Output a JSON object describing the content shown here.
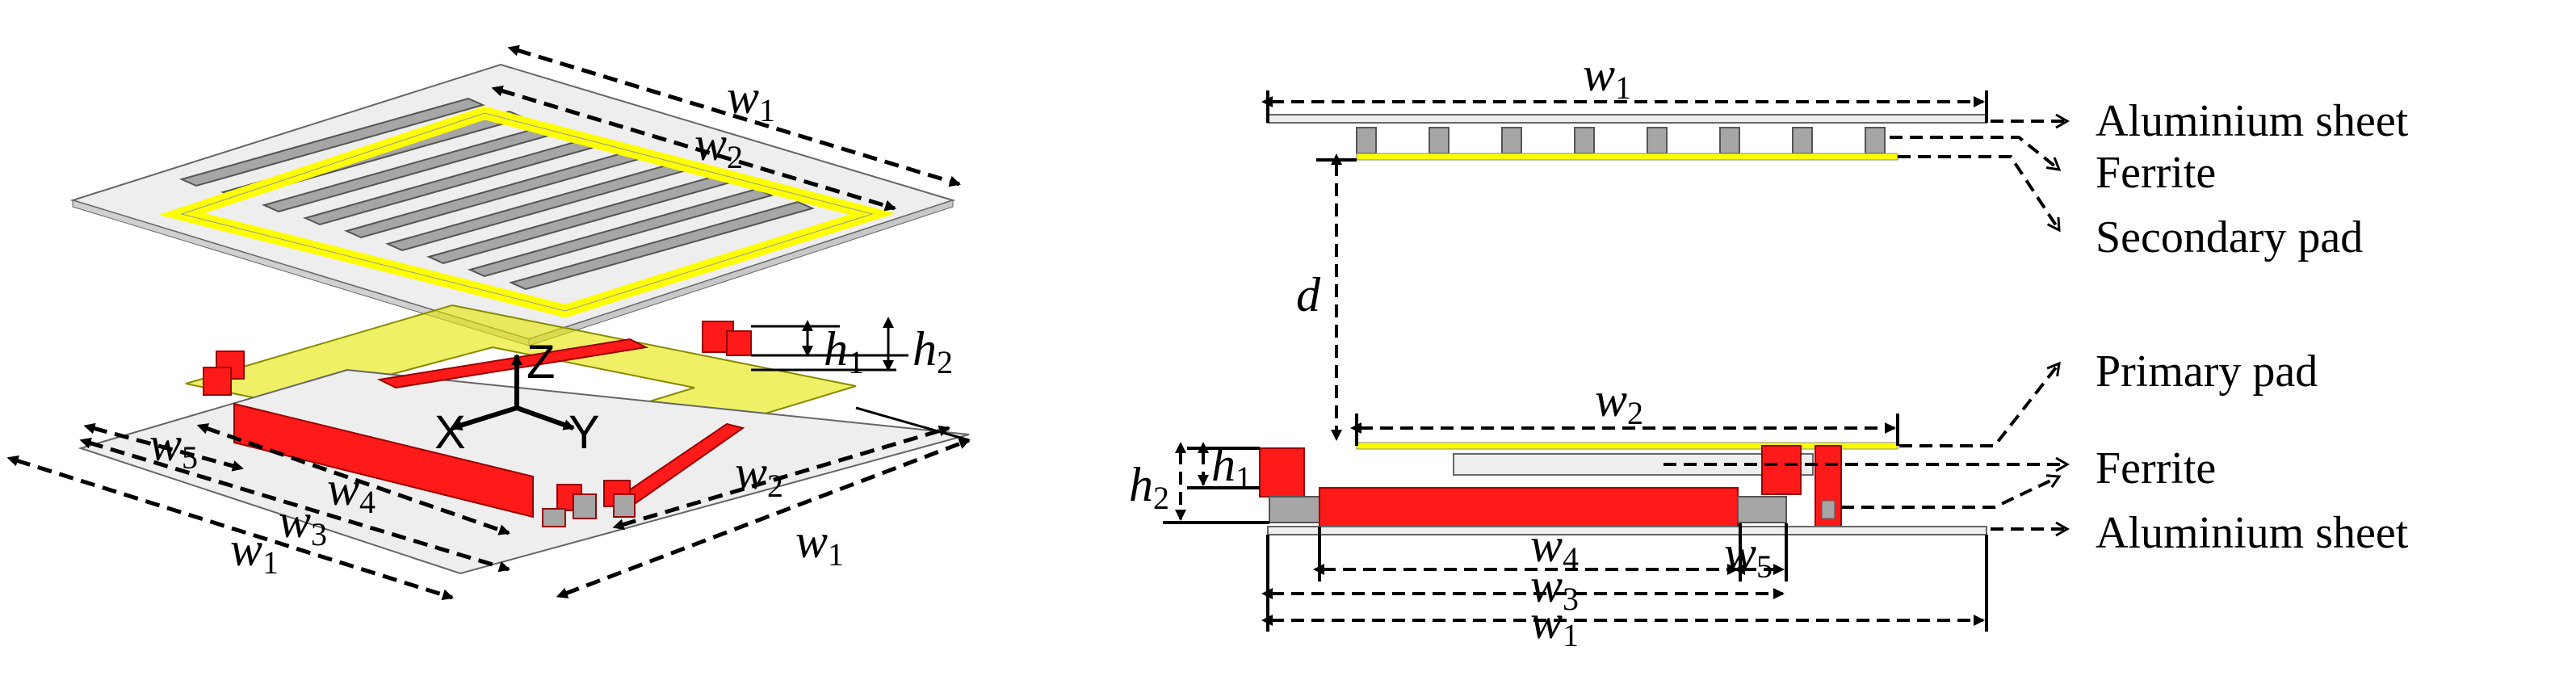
{
  "variables": {
    "w1": {
      "base": "w",
      "sub": "1"
    },
    "w2": {
      "base": "w",
      "sub": "2"
    },
    "w3": {
      "base": "w",
      "sub": "3"
    },
    "w4": {
      "base": "w",
      "sub": "4"
    },
    "w5": {
      "base": "w",
      "sub": "5"
    },
    "h1": {
      "base": "h",
      "sub": "1"
    },
    "h2": {
      "base": "h",
      "sub": "2"
    },
    "d": "d"
  },
  "axes": {
    "x": "X",
    "y": "Y",
    "z": "Z"
  },
  "labels": {
    "aluminium_top": "Aluminium sheet",
    "ferrite_top": "Ferrite",
    "secondary_pad": "Secondary pad",
    "primary_pad": "Primary pad",
    "ferrite_bottom": "Ferrite",
    "aluminium_bottom": "Aluminium sheet"
  },
  "colors": {
    "copper_pad": "#ffff00",
    "pad_translucent": "#e6e600",
    "ferrite": "#a6a6a6",
    "coil": "#ff1a1a",
    "aluminium": "#eeeeee",
    "outline": "#555555"
  }
}
